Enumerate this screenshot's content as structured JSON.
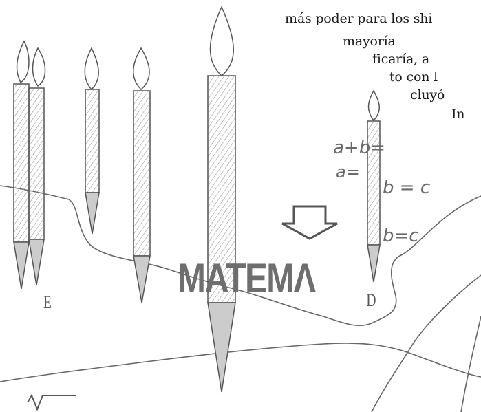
{
  "text_lines": [
    "más poder para los shi",
    "mayoría",
    "ficaría, a",
    "to con l",
    "cluyó",
    "In"
  ],
  "equations": [
    "a+b=",
    "a=",
    "b = c",
    "b=c"
  ],
  "watermark": "MATEMΛ",
  "letters": [
    "E",
    "D"
  ],
  "colors": {
    "ink": "#6a6a6a",
    "text": "#1a1a1a",
    "background": "#ffffff"
  }
}
